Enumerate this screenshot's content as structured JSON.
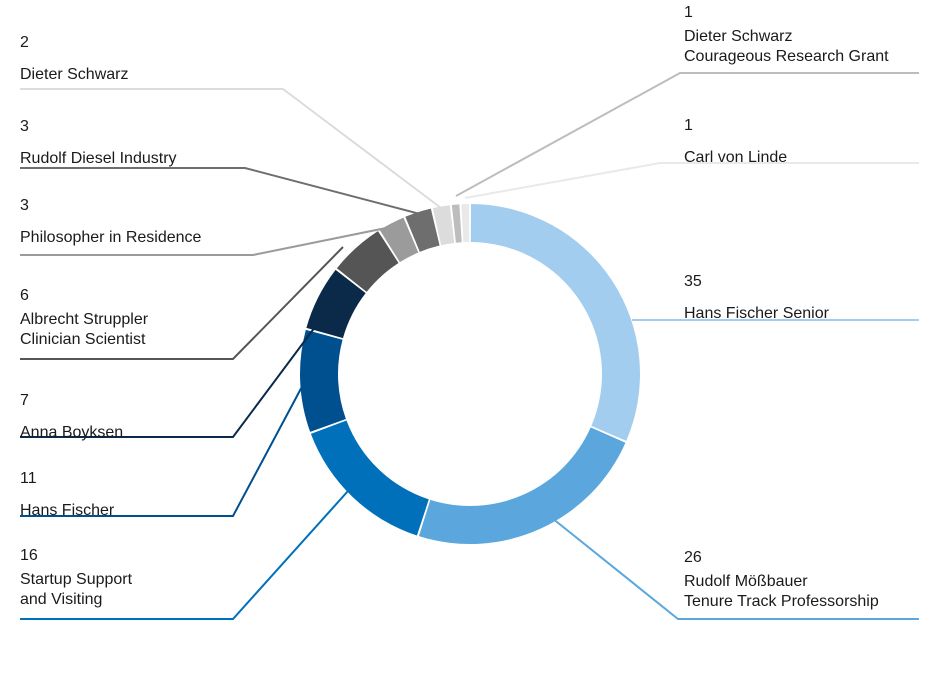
{
  "chart_data": {
    "type": "pie",
    "variant": "donut",
    "title": "",
    "slices": [
      {
        "label": "Hans Fischer Senior",
        "value": 35,
        "value_text": "35",
        "name_lines": [
          "Hans Fischer Senior"
        ],
        "color": "#a3cdef",
        "side": "right"
      },
      {
        "label": "Rudolf Mößbauer Tenure Track Professorship",
        "value": 26,
        "value_text": "26",
        "name_lines": [
          "Rudolf Mößbauer",
          "Tenure Track Professorship"
        ],
        "color": "#5ba7dd",
        "side": "right"
      },
      {
        "label": "Startup Support and Visiting",
        "value": 16,
        "value_text": "16",
        "name_lines": [
          "Startup Support",
          "and Visiting"
        ],
        "color": "#0070ba",
        "side": "left"
      },
      {
        "label": "Hans Fischer",
        "value": 11,
        "value_text": "11",
        "name_lines": [
          "Hans Fischer"
        ],
        "color": "#004f8f",
        "side": "left"
      },
      {
        "label": "Anna Boyksen",
        "value": 7,
        "value_text": "7",
        "name_lines": [
          "Anna Boyksen"
        ],
        "color": "#0b2a4a",
        "side": "left"
      },
      {
        "label": "Albrecht Struppler Clinician Scientist",
        "value": 6,
        "value_text": "6",
        "name_lines": [
          "Albrecht Struppler",
          "Clinician Scientist"
        ],
        "color": "#555555",
        "side": "left"
      },
      {
        "label": "Philosopher in Residence",
        "value": 3,
        "value_text": "3",
        "name_lines": [
          "Philosopher in Residence"
        ],
        "color": "#9b9b9b",
        "side": "left"
      },
      {
        "label": "Rudolf Diesel Industry",
        "value": 3,
        "value_text": "3",
        "name_lines": [
          "Rudolf Diesel Industry"
        ],
        "color": "#6e6e6e",
        "side": "left"
      },
      {
        "label": "Dieter Schwarz",
        "value": 2,
        "value_text": "2",
        "name_lines": [
          "Dieter Schwarz"
        ],
        "color": "#dcdcdc",
        "side": "left"
      },
      {
        "label": "Dieter Schwarz Courageous Research Grant",
        "value": 1,
        "value_text": "1",
        "name_lines": [
          "Dieter Schwarz",
          "Courageous Research Grant"
        ],
        "color": "#bdbdbd",
        "side": "right"
      },
      {
        "label": "Carl von Linde",
        "value": 1,
        "value_text": "1",
        "name_lines": [
          "Carl von Linde"
        ],
        "color": "#e9e9e9",
        "side": "right"
      }
    ],
    "legend": "none",
    "grid": false
  }
}
